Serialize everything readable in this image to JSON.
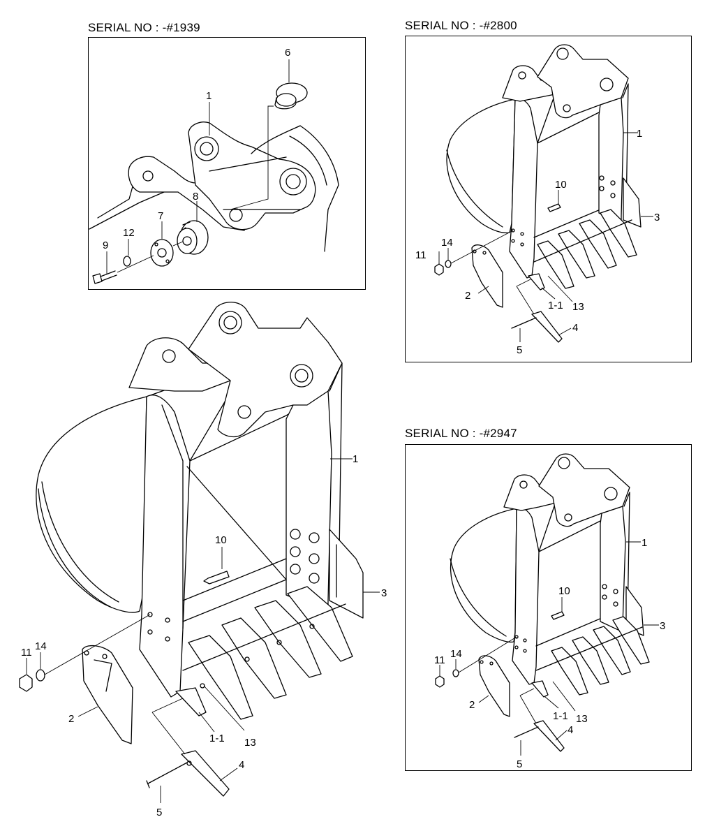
{
  "serials": {
    "a": "SERIAL NO : -#1939",
    "b": "SERIAL NO : -#2800",
    "c": "SERIAL NO : -#2947"
  },
  "callouts": {
    "p1": [
      "6",
      "1",
      "8",
      "7",
      "9",
      "12"
    ],
    "main": [
      "1",
      "10",
      "3",
      "11",
      "14",
      "2",
      "1-1",
      "13",
      "4",
      "5"
    ],
    "p2": [
      "1",
      "10",
      "3",
      "11",
      "14",
      "2",
      "1-1",
      "13",
      "4",
      "5"
    ],
    "p3": [
      "1",
      "10",
      "3",
      "11",
      "14",
      "2",
      "1-1",
      "13",
      "4",
      "5"
    ]
  }
}
